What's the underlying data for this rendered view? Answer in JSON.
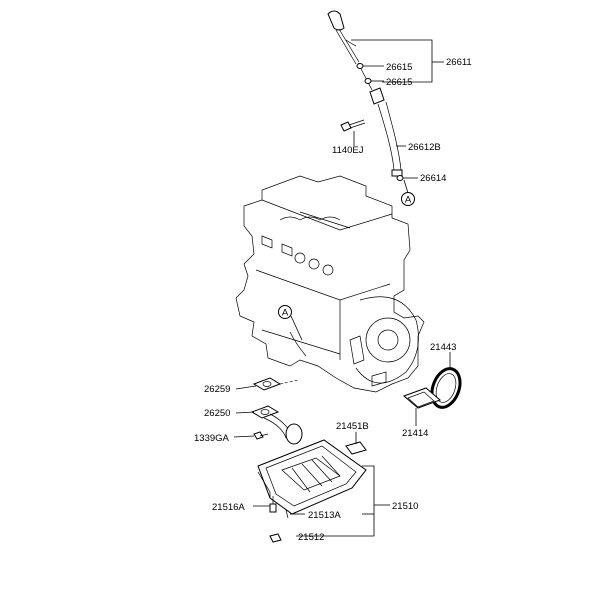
{
  "labels": {
    "p26611": "26611",
    "p26615a": "26615",
    "p26615b": "26615",
    "p1140EJ": "1140EJ",
    "p26612B": "26612B",
    "p26614": "26614",
    "refA_top": "A",
    "refA_engine": "A",
    "p21443": "21443",
    "p21414": "21414",
    "p26259": "26259",
    "p26250": "26250",
    "p1339GA": "1339GA",
    "p21451B": "21451B",
    "p21510": "21510",
    "p21516A": "21516A",
    "p21513A": "21513A",
    "p21512": "21512"
  }
}
